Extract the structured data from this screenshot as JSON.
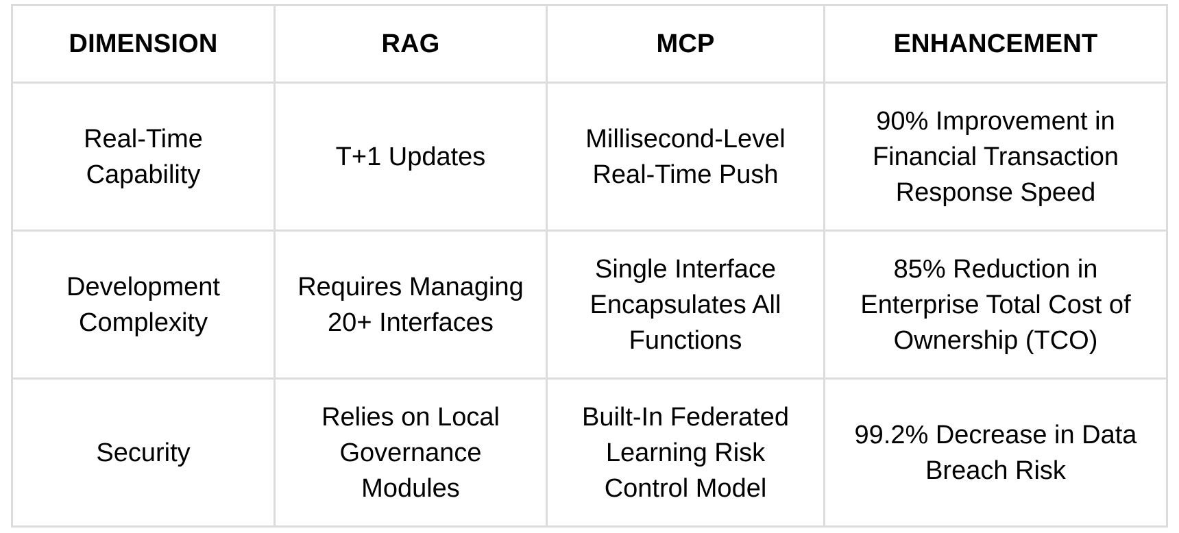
{
  "table": {
    "headers": [
      "DIMENSION",
      "RAG",
      "MCP",
      "ENHANCEMENT"
    ],
    "rows": [
      [
        [
          "Real-Time",
          "Capability"
        ],
        [
          "T+1 Updates"
        ],
        [
          "Millisecond-Level",
          "Real-Time Push"
        ],
        [
          "90% Improvement in",
          "Financial Transaction",
          "Response Speed"
        ]
      ],
      [
        [
          "Development",
          "Complexity"
        ],
        [
          "Requires Managing",
          "20+ Interfaces"
        ],
        [
          "Single Interface",
          "Encapsulates All",
          "Functions"
        ],
        [
          "85% Reduction in",
          "Enterprise Total Cost of",
          "Ownership (TCO)"
        ]
      ],
      [
        [
          "Security"
        ],
        [
          "Relies on Local",
          "Governance",
          "Modules"
        ],
        [
          "Built-In Federated",
          "Learning Risk",
          "Control Model"
        ],
        [
          "99.2% Decrease in Data",
          "Breach Risk"
        ]
      ]
    ]
  },
  "colors": {
    "border": "#dcdcdc",
    "text": "#000000",
    "background": "#ffffff"
  }
}
